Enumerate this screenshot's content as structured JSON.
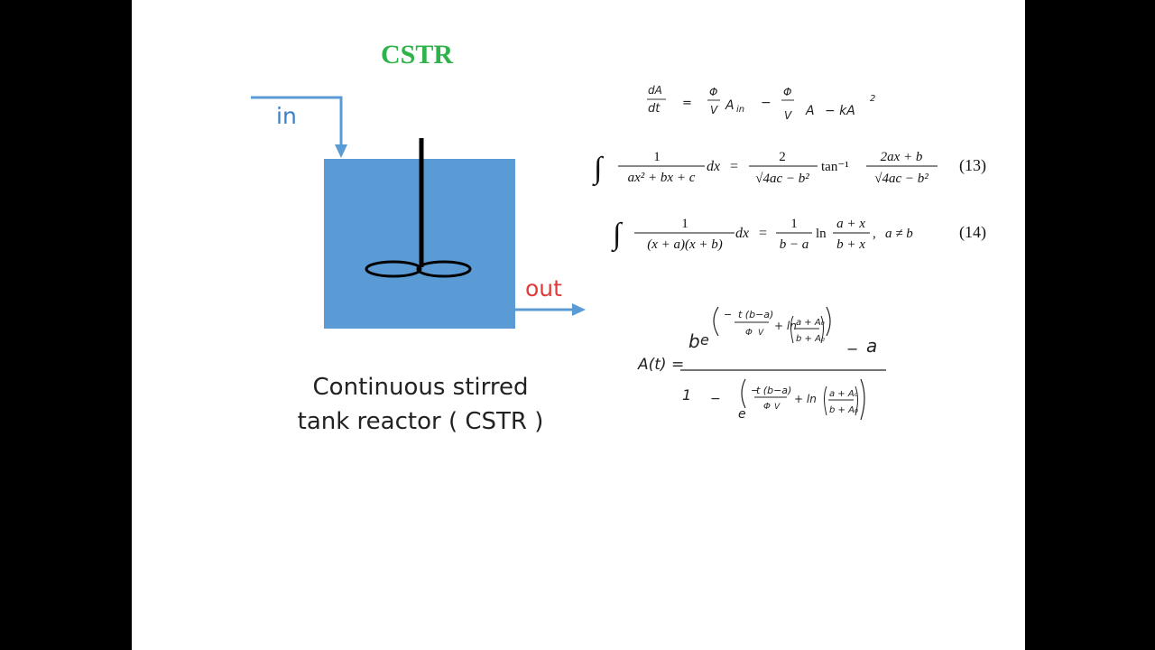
{
  "title": "CSTR",
  "diagram": {
    "in_label": "in",
    "out_label": "out",
    "tank_color": "#5b9bd5",
    "arrow_color": "#5b9bd5",
    "in_color": "#3a7fc8",
    "out_color": "#e23a3a",
    "title_color": "#2db34a"
  },
  "caption": {
    "line1": "Continuous stirred",
    "line2": "tank reactor ( CSTR )"
  },
  "equations": {
    "eq13_number": "(13)",
    "eq14_number": "(14)"
  }
}
